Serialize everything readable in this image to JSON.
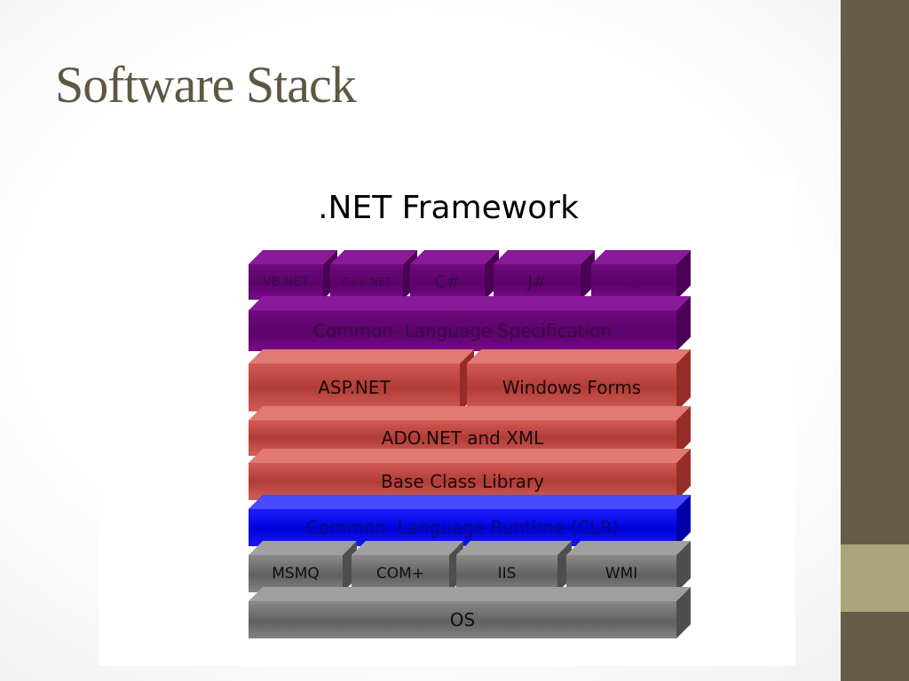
{
  "slide": {
    "title": "Software Stack"
  },
  "figure": {
    "title": ".NET Framework",
    "languages": [
      "VB.NET",
      "C++.NET",
      "C#",
      "J#",
      "..."
    ],
    "cls": "Common  Language Specification",
    "web": "ASP.NET",
    "winforms": "Windows Forms",
    "ado": "ADO.NET and XML",
    "bcl": "Base Class Library",
    "clr": "Common  Language Runtime (CLR)",
    "services": [
      "MSMQ",
      "COM+",
      "IIS",
      "WMI"
    ],
    "os": "OS"
  },
  "colors": {
    "theme_bar": "#655e47",
    "theme_accent": "#a9a57c",
    "title_text": "#5e5843",
    "layer_purple": "#5a0367",
    "layer_red": "#b13c36",
    "layer_blue": "#0000d8",
    "layer_gray": "#606060"
  }
}
